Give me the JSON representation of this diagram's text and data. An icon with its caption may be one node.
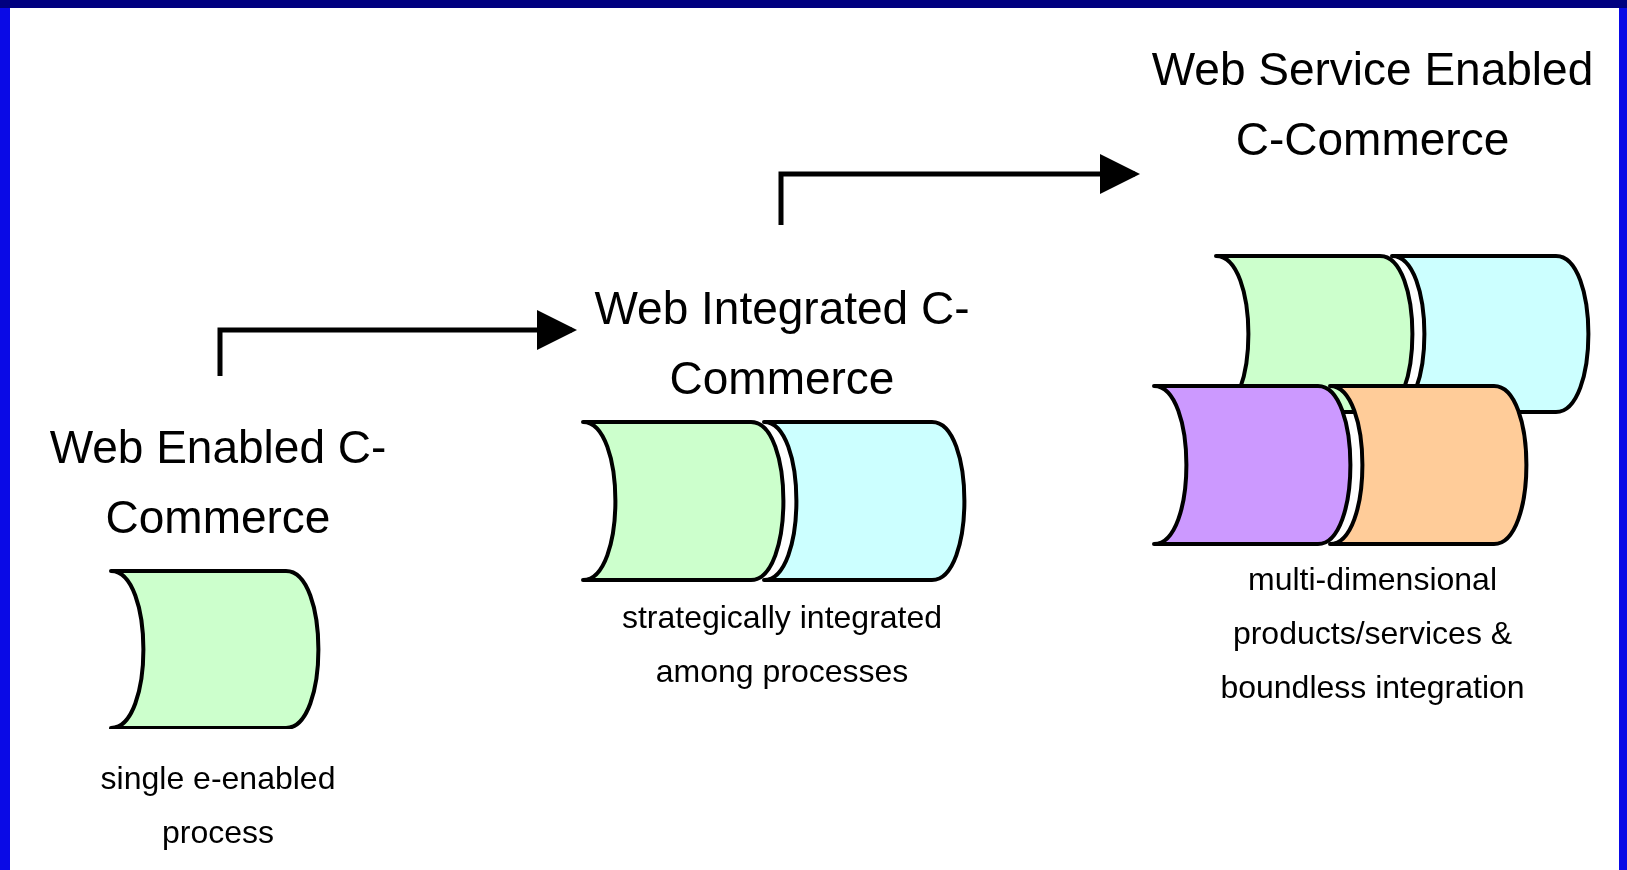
{
  "diagram": {
    "nodes": [
      {
        "text": [
          "Web Enabled C-Commerce",
          "single e-enabled process"
        ]
      },
      {
        "text": [
          "Web Integrated C-Commerce",
          "strategically integrated among processes"
        ]
      },
      {
        "text": [
          "Web Service Enabled C-Commerce",
          "multi-dimensional products/services & boundless integration"
        ]
      }
    ],
    "edges": [
      {
        "from": 0,
        "to": 1,
        "arrow": "to"
      },
      {
        "from": 1,
        "to": 2,
        "arrow": "to"
      }
    ]
  }
}
